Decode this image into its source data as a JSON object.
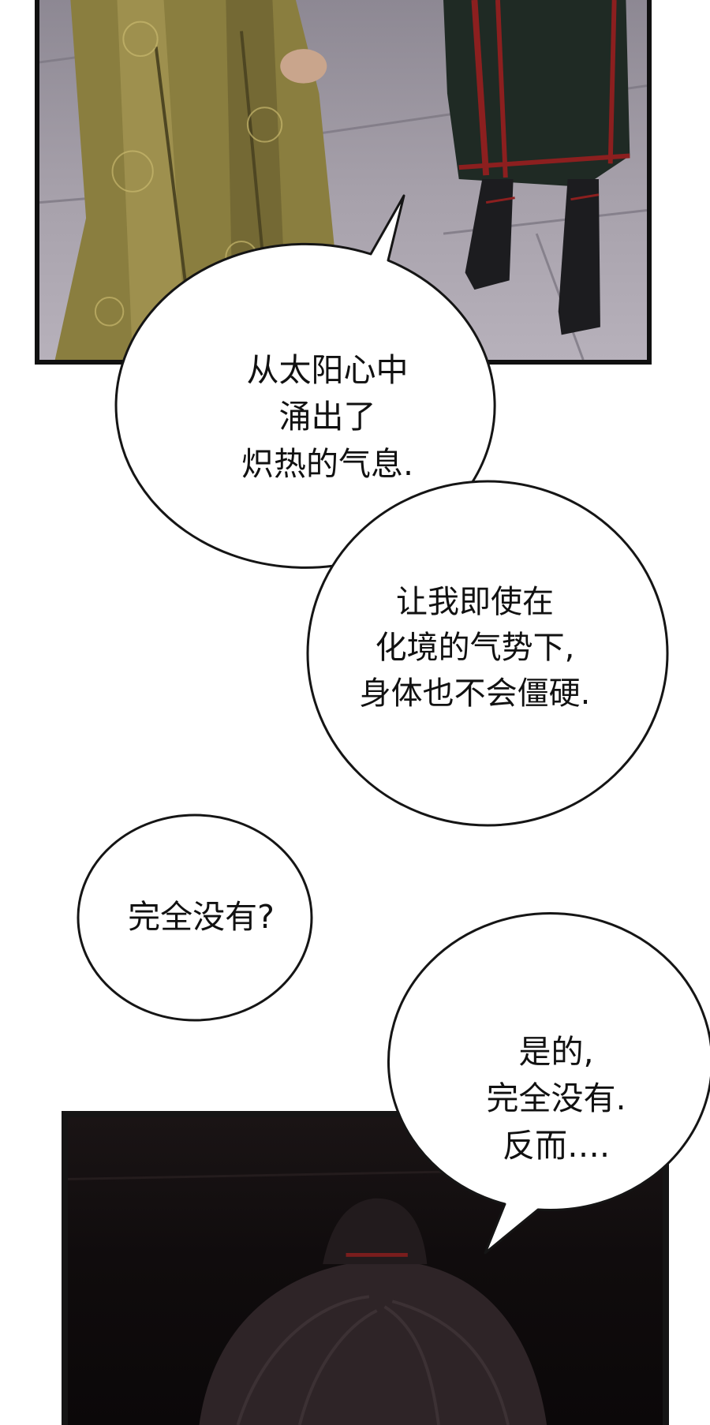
{
  "panels": {
    "top_scene": "figures in robes standing on a stone floor",
    "bottom_scene": "dark scene with the top of a head"
  },
  "bubbles": {
    "b1": {
      "lines": [
        "从太阳心中",
        "涌出了",
        "炽热的气息."
      ]
    },
    "b2": {
      "lines": [
        "让我即使在",
        "化境的气势下,",
        "身体也不会僵硬."
      ]
    },
    "b3": {
      "lines": [
        "完全没有?"
      ]
    },
    "b4": {
      "lines": [
        "是的,",
        "完全没有.",
        "反而…."
      ]
    }
  },
  "colors": {
    "page_background": "#ffffff",
    "bubble_fill": "#ffffff",
    "bubble_outline": "#151515",
    "panel_border": "#101010",
    "robe_gold": "#8a7e3f",
    "robe_dark": "#1f2a24",
    "trim_red": "#8c1f1f"
  }
}
